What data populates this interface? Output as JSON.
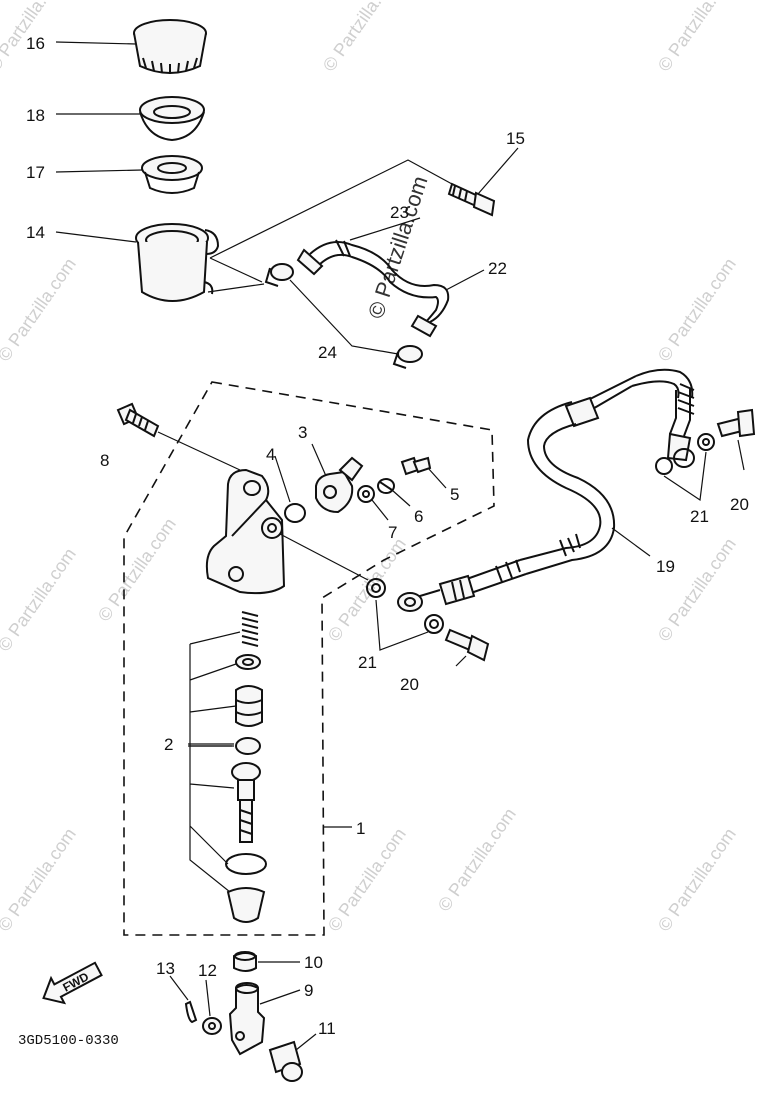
{
  "diagram": {
    "callouts": {
      "c1": "1",
      "c2": "2",
      "c3": "3",
      "c4": "4",
      "c5": "5",
      "c6": "6",
      "c7": "7",
      "c8": "8",
      "c9": "9",
      "c10": "10",
      "c11": "11",
      "c12": "12",
      "c13": "13",
      "c14": "14",
      "c15": "15",
      "c16": "16",
      "c17": "17",
      "c18": "18",
      "c19": "19",
      "c20a": "20",
      "c20b": "20",
      "c21a": "21",
      "c21b": "21",
      "c22": "22",
      "c23": "23",
      "c24": "24"
    },
    "fwd_label": "FWD",
    "drawing_code": "3GD5100-0330",
    "watermark_main": "© Partzilla.com",
    "watermark_repeat": "© Partzilla.com"
  }
}
